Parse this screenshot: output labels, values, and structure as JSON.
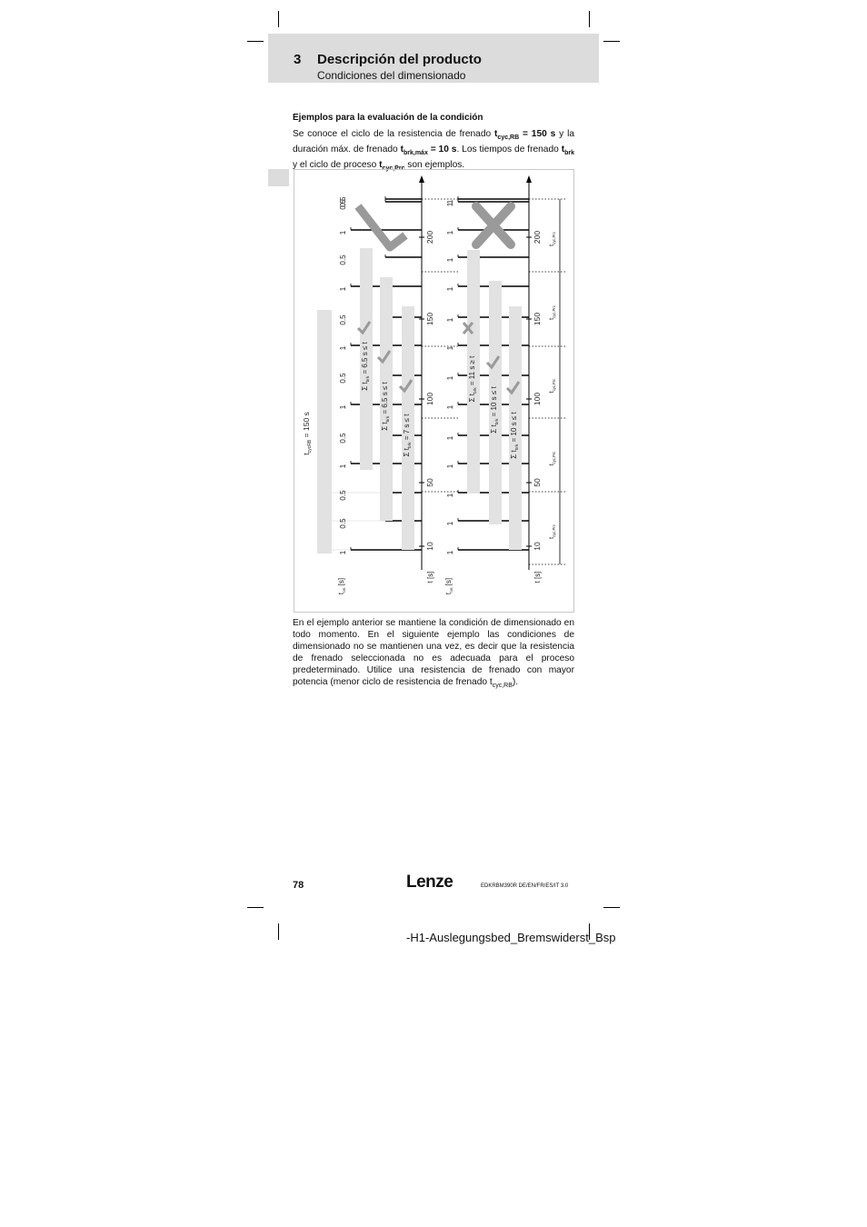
{
  "header": {
    "chapter_number": "3",
    "chapter_title": "Descripción del producto",
    "chapter_subtitle": "Condiciones del dimensionado"
  },
  "section": {
    "heading": "Ejemplos para la evaluación de la condición",
    "intro": {
      "t1": "Se conoce el ciclo de la resistencia de frenado ",
      "b1": "t",
      "b1sub": "cyc,RB",
      "b1rest": " = 150 s",
      "t2": " y la duración máx. de frenado ",
      "b2": "t",
      "b2sub": "brk,máx",
      "b2rest": " = 10 s",
      "t3": ". Los tiempos de frenado ",
      "b3": "t",
      "b3sub": "brk",
      "t4": " y el ciclo de proceso ",
      "b4": "t",
      "b4sub": "cyc,Prc",
      "t5": " son ejemplos."
    },
    "closing": {
      "text": "En el ejemplo anterior se mantiene la condición de dimensionado en todo momento. En el siguiente ejemplo las condiciones de dimensionado no se mantienen una vez, es decir que la resistencia de frenado seleccionada no es adecuada para el proceso predeterminado. Utilice una resistencia de frenado con mayor potencia (menor ciclo de resistencia de frenado t",
      "sub": "cyc,RB",
      "end": ")."
    }
  },
  "figure": {
    "left_example": {
      "ton_values": [
        "1",
        "0.5",
        "0.5",
        "1",
        "0.5",
        "1",
        "0.5",
        "1",
        "0.5",
        "1",
        "0.5",
        "1",
        "0.5",
        "0.5"
      ],
      "ton_axis_label": "t",
      "ton_axis_sub": "on",
      "ton_axis_unit": "[s]",
      "time_labels": [
        "10",
        "50",
        "100",
        "150",
        "200"
      ],
      "time_axis_label": "t [s]",
      "cycle_label": "t",
      "cycle_sub": "cycRB",
      "cycle_value": "= 150 s",
      "sums": [
        {
          "lhs": "Σ t",
          "sub": "brk",
          "rel": "= 6.5 s ≤ t",
          "rhs_sub": "brk,max"
        },
        {
          "lhs": "Σ t",
          "sub": "brk",
          "rel": "= 6.5 s ≤ t",
          "rhs_sub": "brk,max"
        },
        {
          "lhs": "Σ t",
          "sub": "brk",
          "rel": "= 7 s ≤ t",
          "rhs_sub": "brk,max"
        }
      ]
    },
    "right_example": {
      "ton_values": [
        "1",
        "1",
        "1",
        "1",
        "1",
        "1",
        "1",
        "1",
        "1",
        "1",
        "1",
        "1",
        "1",
        "1"
      ],
      "ton_axis_label": "t",
      "ton_axis_sub": "on",
      "ton_axis_unit": "[s]",
      "time_labels": [
        "10",
        "50",
        "100",
        "150",
        "200"
      ],
      "time_axis_label": "t [s]",
      "process_labels": [
        {
          "main": "t",
          "sub": "cyc,Prc"
        },
        {
          "main": "t",
          "sub": "cyc,Prc"
        },
        {
          "main": "t",
          "sub": "cyc,Prc"
        },
        {
          "main": "t",
          "sub": "cyc,Prc"
        },
        {
          "main": "t",
          "sub": "cyc,Prc"
        }
      ],
      "sums": [
        {
          "lhs": "Σ t",
          "sub": "brk",
          "rel": "= 11 s ≥ t",
          "rhs_sub": "brk,max"
        },
        {
          "lhs": "Σ t",
          "sub": "brk",
          "rel": "= 10 s ≤ t",
          "rhs_sub": "brk,max"
        },
        {
          "lhs": "Σ t",
          "sub": "brk",
          "rel": "= 10 s ≤ t",
          "rhs_sub": "brk,max"
        }
      ]
    }
  },
  "footer": {
    "page_number": "78",
    "logo": "Lenze",
    "doc_id": "EDKRBM390R DE/EN/FR/ES/IT 3.0",
    "page_tag": "-H1-Auslegungsbed_Bremswiderst_Bsp"
  },
  "colors": {
    "header_gray": "#dcdcdc",
    "bar_gray": "#e2e2e2",
    "mark_gray": "#9a9a9a"
  }
}
